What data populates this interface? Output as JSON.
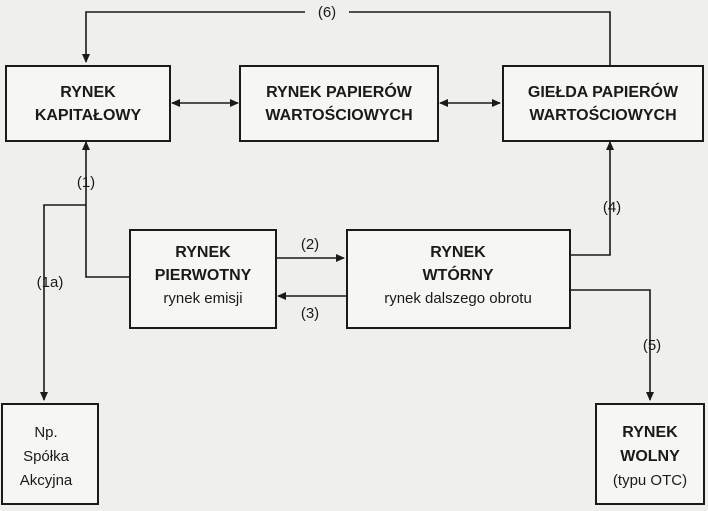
{
  "nodes": {
    "rynek_kapitalowy": {
      "line1": "RYNEK",
      "line2": "KAPITAŁOWY"
    },
    "rynek_papierow": {
      "line1": "RYNEK PAPIERÓW",
      "line2": "WARTOŚCIOWYCH"
    },
    "gielda_papierow": {
      "line1": "GIEŁDA PAPIERÓW",
      "line2": "WARTOŚCIOWYCH"
    },
    "rynek_pierwotny": {
      "line1": "RYNEK",
      "line2": "PIERWOTNY",
      "line3": "rynek emisji"
    },
    "rynek_wtorny": {
      "line1": "RYNEK",
      "line2": "WTÓRNY",
      "line3": "rynek dalszego obrotu"
    },
    "spolka": {
      "line1": "Np.",
      "line2": "Spółka",
      "line3": "Akcyjna"
    },
    "rynek_wolny": {
      "line1": "RYNEK",
      "line2": "WOLNY",
      "line3": "(typu OTC)"
    }
  },
  "edges": {
    "e1": "(1)",
    "e1a": "(1a)",
    "e2": "(2)",
    "e3": "(3)",
    "e4": "(4)",
    "e5": "(5)",
    "e6": "(6)"
  },
  "colors": {
    "ink": "#1a1a1a",
    "paper": "#efefec",
    "box_fill": "#f6f6f3"
  }
}
